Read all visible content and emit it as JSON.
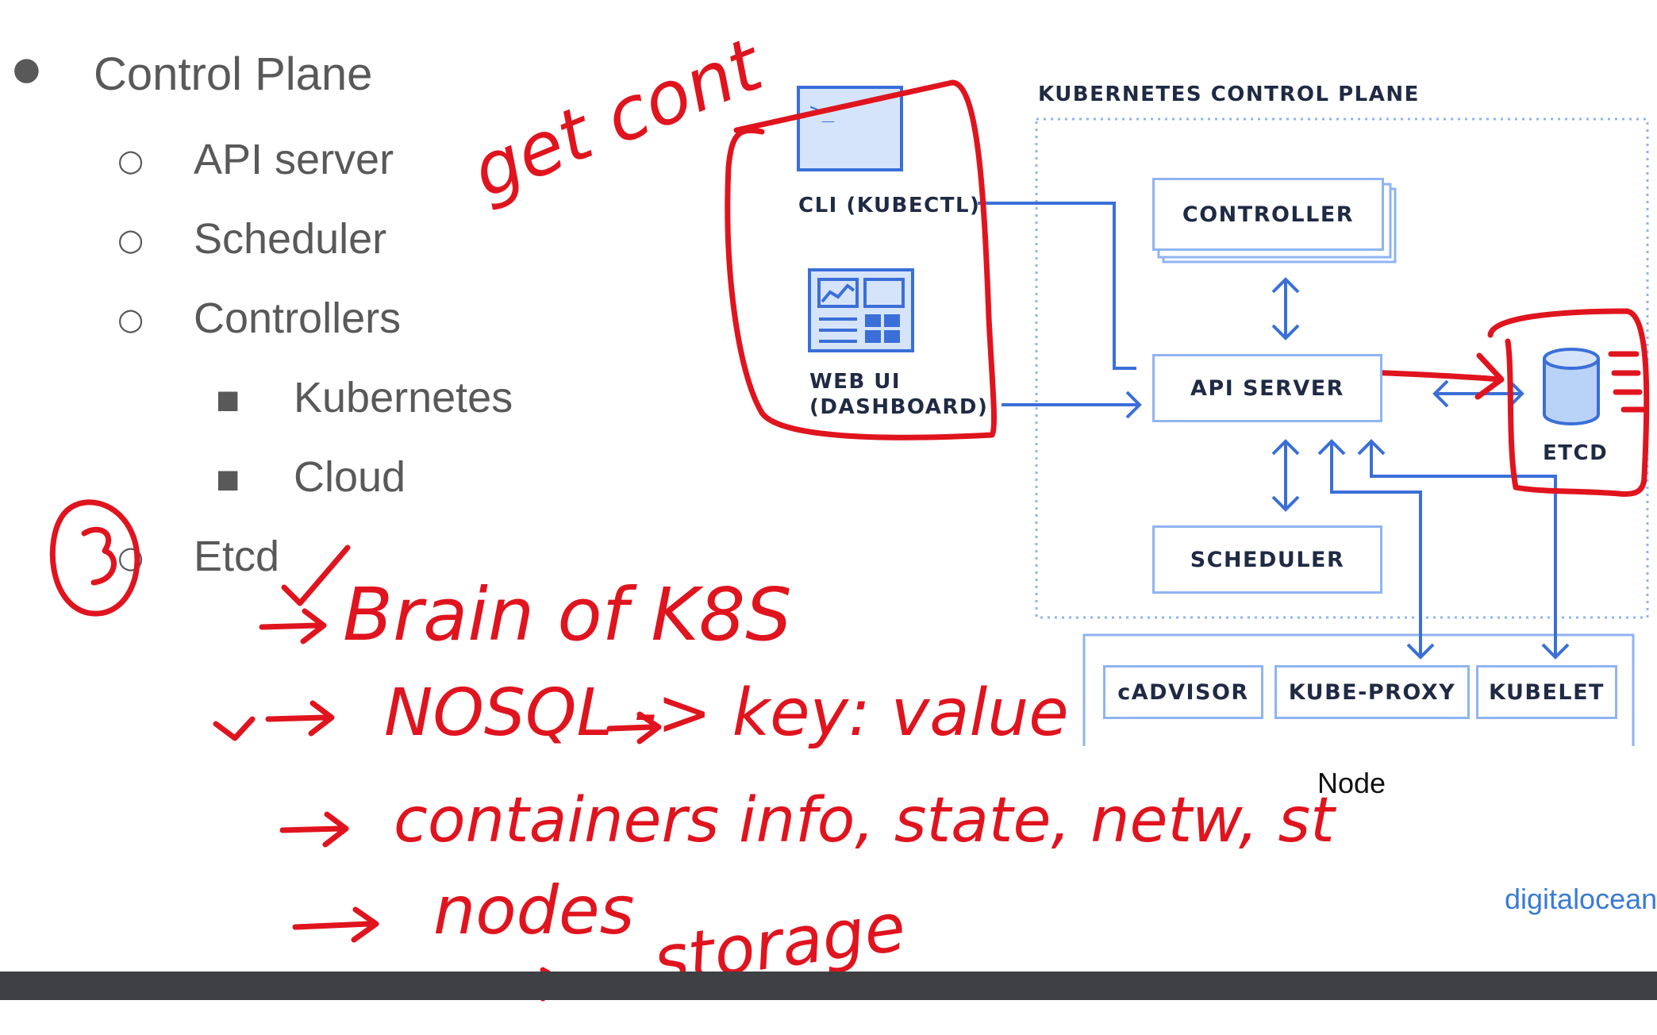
{
  "slide": {
    "bullets": {
      "control_plane": "Control Plane",
      "api_server": "API server",
      "scheduler": "Scheduler",
      "controllers": "Controllers",
      "kubernetes": "Kubernetes",
      "cloud": "Cloud",
      "etcd": "Etcd"
    },
    "markers": {
      "disc": "●",
      "circle": "○",
      "square": "■"
    }
  },
  "diagram": {
    "title": "KUBERNETES CONTROL PLANE",
    "cli_label": "CLI (KUBECTL)",
    "web_ui_label_1": "WEB UI",
    "web_ui_label_2": "(DASHBOARD)",
    "controller": "CONTROLLER",
    "api_server": "API SERVER",
    "scheduler": "SCHEDULER",
    "etcd": "ETCD",
    "node_components": [
      "cADVISOR",
      "KUBE-PROXY",
      "KUBELET"
    ],
    "node_label": "Node",
    "source": "digitalocean",
    "colors": {
      "accent": "#3a6fd8",
      "box_border": "#8fb4f2",
      "box_fill": "#d6e4fb",
      "text": "#1f2a44"
    }
  },
  "annotations": {
    "color": "#e0141e",
    "items": [
      "get cont",
      "3",
      "Brain of K8S",
      "NOSQL -> key: value",
      "containers info, state, netw, st",
      "nodes",
      "storage"
    ]
  },
  "bottom_bar_color": "#3e4043"
}
